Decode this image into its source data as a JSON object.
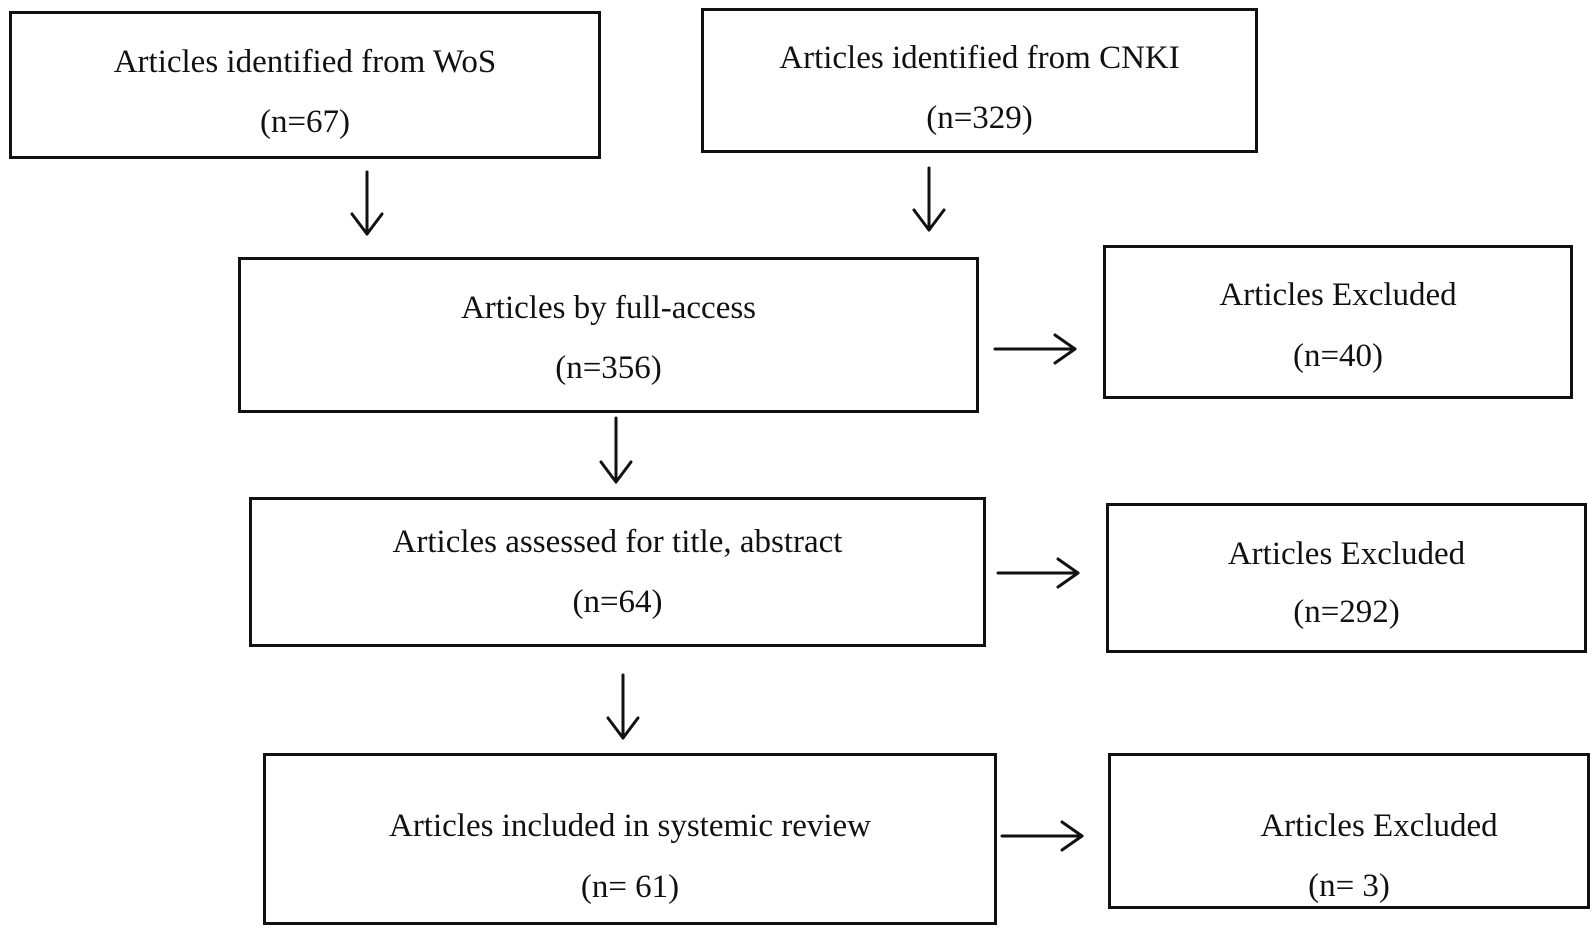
{
  "boxes": {
    "wos": {
      "title": "Articles identified from WoS",
      "count": "(n=67)"
    },
    "cnki": {
      "title": "Articles identified from CNKI",
      "count": "(n=329)"
    },
    "full_access": {
      "title": "Articles by full-access",
      "count": "(n=356)"
    },
    "excluded_1": {
      "title": "Articles Excluded",
      "count": "(n=40)"
    },
    "assessed": {
      "title": "Articles assessed for title, abstract",
      "count": "(n=64)"
    },
    "excluded_2": {
      "title": "Articles Excluded",
      "count": "(n=292)"
    },
    "included": {
      "title": "Articles included in systemic review",
      "count": "(n= 61)"
    },
    "excluded_3": {
      "title": "Articles Excluded",
      "count": "(n= 3)"
    }
  }
}
